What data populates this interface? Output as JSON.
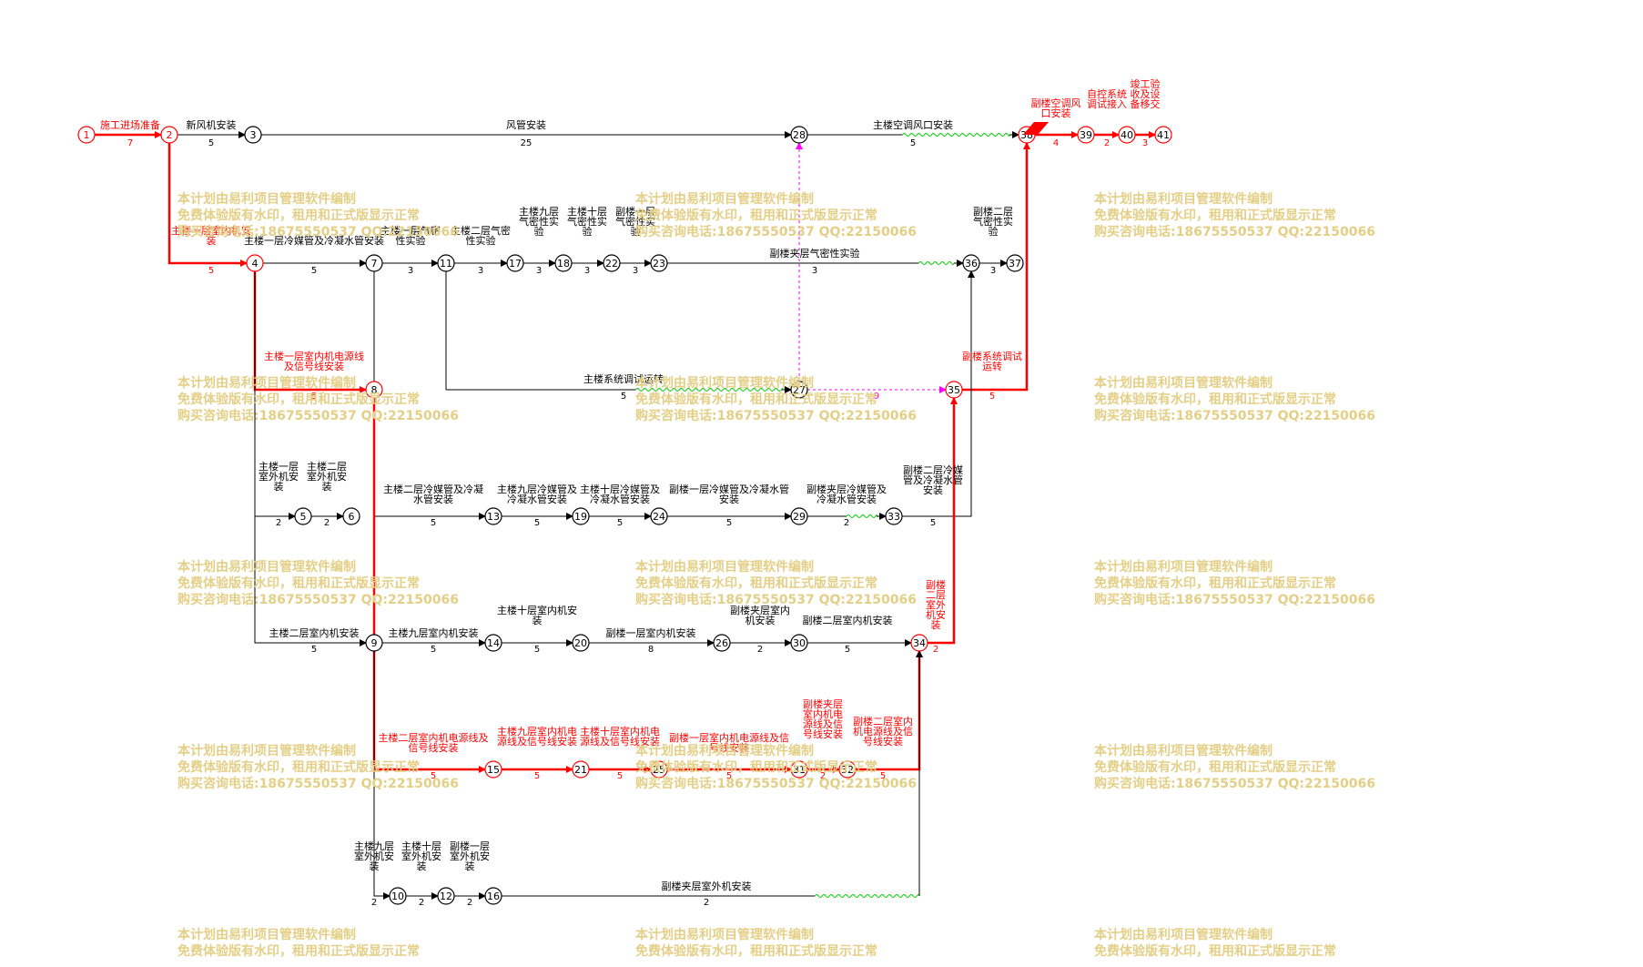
{
  "colors": {
    "critical": "#ff0000",
    "normal": "#000000",
    "free_float": "#00cc00",
    "dummy": "#ff00ff",
    "watermark": "#e3cf86",
    "dark_red": "#990000"
  },
  "watermark": {
    "line1": "本计划由易利项目管理软件编制",
    "line2": "免费体验版有水印，租用和正式版显示正常",
    "line3": "购买咨询电话:18675550537 QQ:22150066"
  },
  "nodes": [
    {
      "id": "1",
      "label": "1",
      "critical": true
    },
    {
      "id": "2",
      "label": "2",
      "critical": true
    },
    {
      "id": "3",
      "label": "3",
      "critical": false
    },
    {
      "id": "4",
      "label": "4",
      "critical": true
    },
    {
      "id": "5",
      "label": "5",
      "critical": false
    },
    {
      "id": "6",
      "label": "6",
      "critical": false
    },
    {
      "id": "7",
      "label": "7",
      "critical": false
    },
    {
      "id": "8",
      "label": "8",
      "critical": true
    },
    {
      "id": "9",
      "label": "9",
      "critical": false
    },
    {
      "id": "10",
      "label": "10",
      "critical": false
    },
    {
      "id": "11",
      "label": "11",
      "critical": false
    },
    {
      "id": "12",
      "label": "12",
      "critical": false
    },
    {
      "id": "13",
      "label": "13",
      "critical": false
    },
    {
      "id": "14",
      "label": "14",
      "critical": false
    },
    {
      "id": "15",
      "label": "15",
      "critical": true
    },
    {
      "id": "16",
      "label": "16",
      "critical": false
    },
    {
      "id": "17",
      "label": "17",
      "critical": false
    },
    {
      "id": "18",
      "label": "18",
      "critical": false
    },
    {
      "id": "19",
      "label": "19",
      "critical": false
    },
    {
      "id": "20",
      "label": "20",
      "critical": false
    },
    {
      "id": "21",
      "label": "21",
      "critical": true
    },
    {
      "id": "22",
      "label": "22",
      "critical": false
    },
    {
      "id": "23",
      "label": "23",
      "critical": false
    },
    {
      "id": "24",
      "label": "24",
      "critical": false
    },
    {
      "id": "25",
      "label": "25",
      "critical": true
    },
    {
      "id": "26",
      "label": "26",
      "critical": false
    },
    {
      "id": "27",
      "label": "27",
      "critical": false
    },
    {
      "id": "28",
      "label": "28",
      "critical": false
    },
    {
      "id": "29",
      "label": "29",
      "critical": false
    },
    {
      "id": "30",
      "label": "30",
      "critical": false
    },
    {
      "id": "31",
      "label": "31",
      "critical": true
    },
    {
      "id": "32",
      "label": "32",
      "critical": true
    },
    {
      "id": "33",
      "label": "33",
      "critical": false
    },
    {
      "id": "34",
      "label": "34",
      "critical": true
    },
    {
      "id": "35",
      "label": "35",
      "critical": true
    },
    {
      "id": "36",
      "label": "36",
      "critical": false
    },
    {
      "id": "37",
      "label": "37",
      "critical": false
    },
    {
      "id": "38",
      "label": "38",
      "critical": true
    },
    {
      "id": "39",
      "label": "39",
      "critical": true
    },
    {
      "id": "40",
      "label": "40",
      "critical": true
    },
    {
      "id": "41",
      "label": "41",
      "critical": true
    }
  ],
  "activities": [
    {
      "from": "1",
      "to": "2",
      "name": "施工进场准备",
      "dur": "7",
      "critical": true
    },
    {
      "from": "2",
      "to": "3",
      "name": "新风机安装",
      "dur": "5"
    },
    {
      "from": "3",
      "to": "28",
      "name": "风管安装",
      "dur": "25"
    },
    {
      "from": "28",
      "to": "38",
      "name": "主楼空调风口安装",
      "dur": "5"
    },
    {
      "from": "38",
      "to": "39",
      "name": "副楼空调风口安装",
      "dur": "4",
      "critical": true
    },
    {
      "from": "39",
      "to": "40",
      "name": "自控系统调试接入",
      "dur": "2",
      "critical": true
    },
    {
      "from": "40",
      "to": "41",
      "name": "竣工验收及设备移交",
      "dur": "3",
      "critical": true
    },
    {
      "from": "2",
      "to": "4",
      "name": "主楼一层室内机安装",
      "dur": "5",
      "critical": true
    },
    {
      "from": "4",
      "to": "7",
      "name": "主楼一层冷媒管及冷凝水管安装",
      "dur": "5"
    },
    {
      "from": "7",
      "to": "11",
      "name": "主楼一层气密性实验",
      "dur": "3"
    },
    {
      "from": "11",
      "to": "17",
      "name": "主楼二层气密性实验",
      "dur": "3"
    },
    {
      "from": "17",
      "to": "18",
      "name": "主楼九层气密性实验",
      "dur": "3"
    },
    {
      "from": "18",
      "to": "22",
      "name": "主楼十层气密性实验",
      "dur": "3"
    },
    {
      "from": "22",
      "to": "23",
      "name": "副楼一层气密性实验",
      "dur": "3"
    },
    {
      "from": "23",
      "to": "36",
      "name": "副楼夹层气密性实验",
      "dur": "3"
    },
    {
      "from": "36",
      "to": "37",
      "name": "副楼二层气密性实验",
      "dur": "3"
    },
    {
      "from": "4",
      "to": "8",
      "name": "主楼一层室内机电源线及信号线安装",
      "dur": "5",
      "critical": true
    },
    {
      "from": "11",
      "to": "27",
      "name": "主楼系统调试运转",
      "dur": "5"
    },
    {
      "from": "27",
      "to": "35",
      "name": "",
      "dur": "9"
    },
    {
      "from": "35",
      "to": "38",
      "name": "副楼系统调试运转",
      "dur": "5",
      "critical": true
    },
    {
      "from": "4",
      "to": "5",
      "name": "主楼一层室外机安装",
      "dur": "2"
    },
    {
      "from": "5",
      "to": "6",
      "name": "主楼二层室外机安装",
      "dur": "2"
    },
    {
      "from": "7",
      "to": "13",
      "name": "主楼二层冷媒管及冷凝水管安装",
      "dur": "5"
    },
    {
      "from": "13",
      "to": "19",
      "name": "主楼九层冷媒管及冷凝水管安装",
      "dur": "5"
    },
    {
      "from": "19",
      "to": "24",
      "name": "主楼十层冷媒管及冷凝水管安装",
      "dur": "5"
    },
    {
      "from": "24",
      "to": "29",
      "name": "副楼一层冷媒管及冷凝水管安装",
      "dur": "5"
    },
    {
      "from": "29",
      "to": "33",
      "name": "副楼夹层冷媒管及冷凝水管安装",
      "dur": "2"
    },
    {
      "from": "33",
      "to": "36",
      "name": "副楼二层冷媒管及冷凝水管安装",
      "dur": "5"
    },
    {
      "from": "4",
      "to": "9",
      "name": "主楼二层室内机安装",
      "dur": "5"
    },
    {
      "from": "9",
      "to": "14",
      "name": "主楼九层室内机安装",
      "dur": "5"
    },
    {
      "from": "14",
      "to": "20",
      "name": "主楼十层室内机安装",
      "dur": "5"
    },
    {
      "from": "20",
      "to": "26",
      "name": "副楼一层室内机安装",
      "dur": "8"
    },
    {
      "from": "26",
      "to": "30",
      "name": "副楼夹层室内机安装",
      "dur": "2"
    },
    {
      "from": "30",
      "to": "34",
      "name": "副楼二层室内机安装",
      "dur": "5"
    },
    {
      "from": "34",
      "to": "35",
      "name": "副楼二层室外机安装",
      "dur": "2",
      "critical": true
    },
    {
      "from": "8",
      "to": "15",
      "name": "主楼二层室内机电源线及信号线安装",
      "dur": "5",
      "critical": true
    },
    {
      "from": "15",
      "to": "21",
      "name": "主楼九层室内机电源线及信号线安装",
      "dur": "5",
      "critical": true
    },
    {
      "from": "21",
      "to": "25",
      "name": "主楼十层室内机电源线及信号线安装",
      "dur": "5",
      "critical": true
    },
    {
      "from": "25",
      "to": "31",
      "name": "副楼一层室内机电源线及信号线安装",
      "dur": "5",
      "critical": true
    },
    {
      "from": "31",
      "to": "32",
      "name": "副楼夹层室内机电源线及信号线安装",
      "dur": "2",
      "critical": true
    },
    {
      "from": "32",
      "to": "34",
      "name": "副楼二层室内机电源线及信号线安装",
      "dur": "5",
      "critical": true
    },
    {
      "from": "9",
      "to": "10",
      "name": "主楼九层室外机安装",
      "dur": "2"
    },
    {
      "from": "10",
      "to": "12",
      "name": "主楼十层室外机安装",
      "dur": "2"
    },
    {
      "from": "12",
      "to": "16",
      "name": "副楼一层室外机安装",
      "dur": "2"
    },
    {
      "from": "16",
      "to": "34",
      "name": "副楼夹层室外机安装",
      "dur": "2"
    }
  ]
}
